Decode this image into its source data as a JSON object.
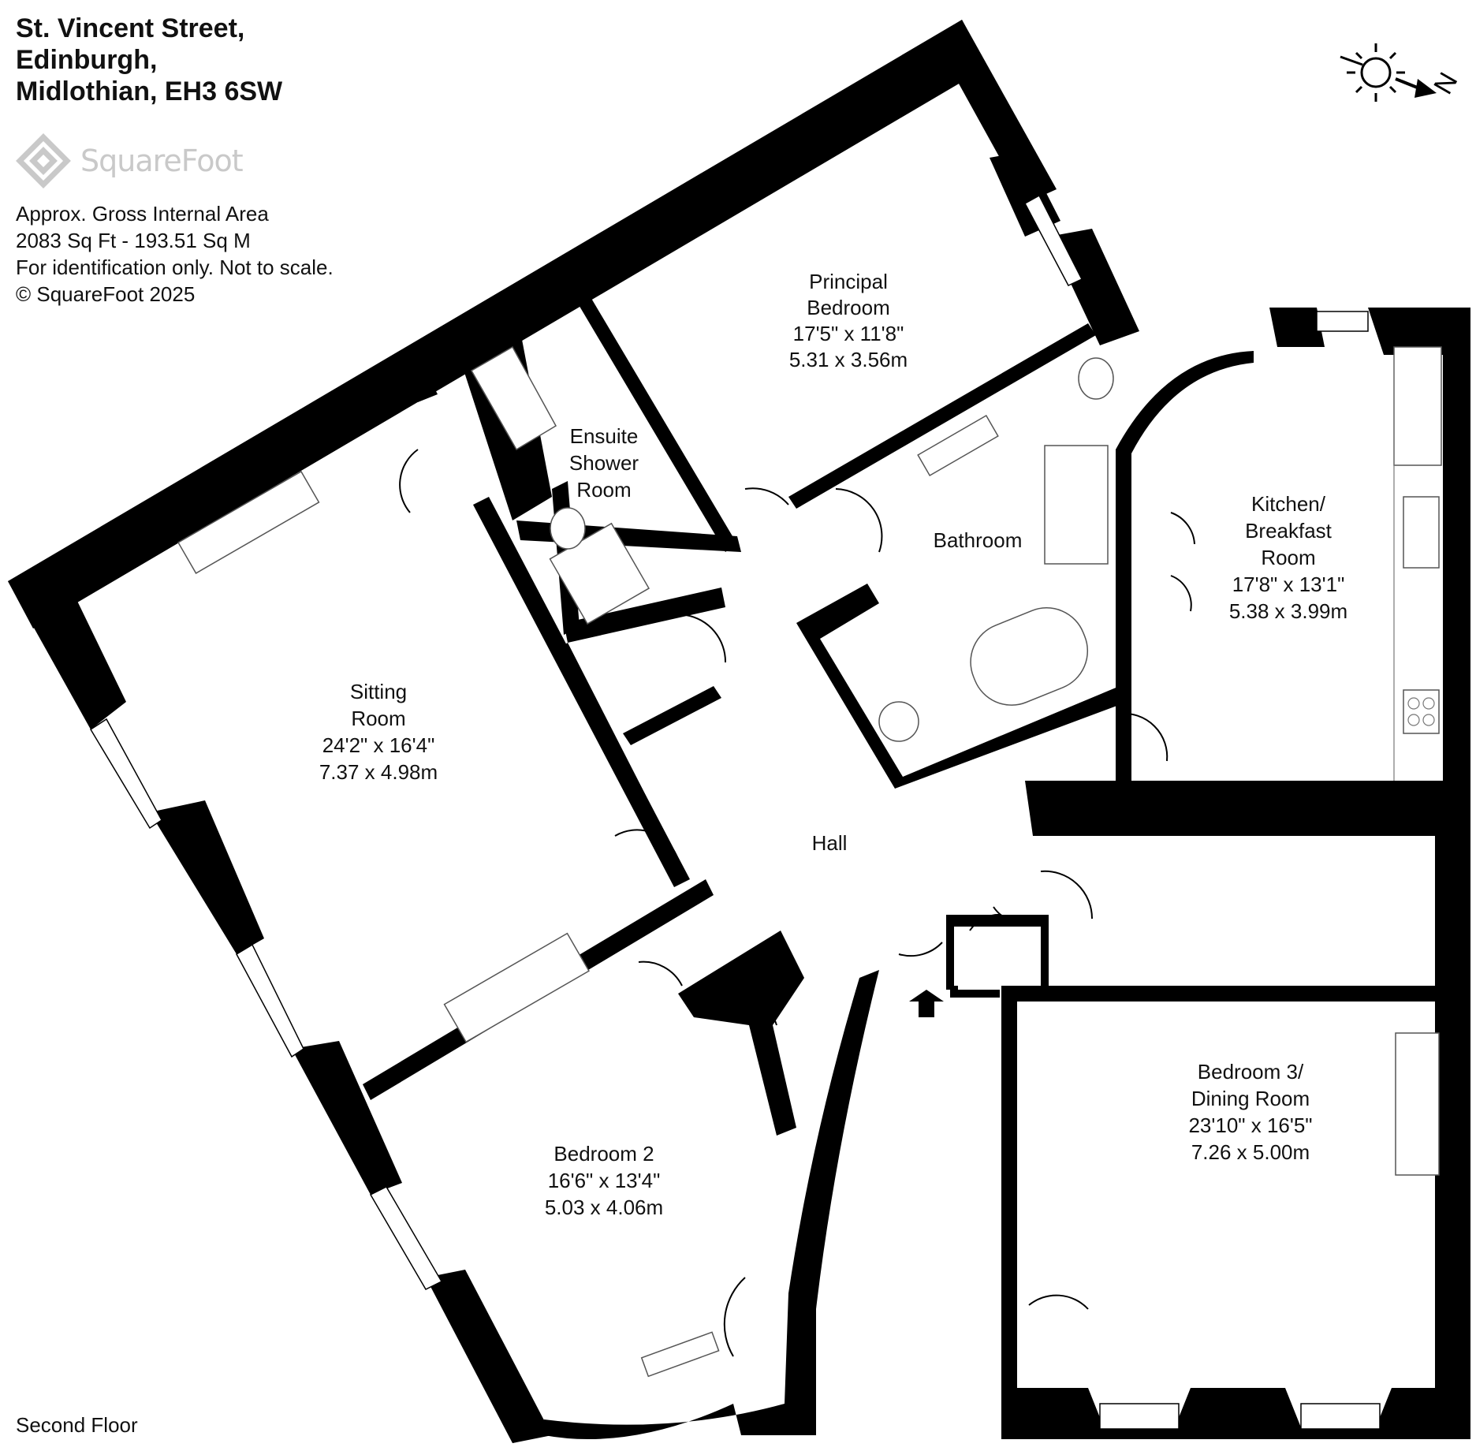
{
  "address": {
    "line1": "St. Vincent Street,",
    "line2": "Edinburgh,",
    "line3": "Midlothian, EH3 6SW"
  },
  "logo": {
    "text": "SquareFoot",
    "icon": "squarefoot-logo-icon",
    "color": "#c9c9c9"
  },
  "area_info": {
    "line1": "Approx. Gross Internal Area",
    "line2": "2083 Sq Ft  -  193.51 Sq M",
    "line3": "For identification only. Not to scale.",
    "line4": "© SquareFoot 2025"
  },
  "compass": {
    "label": "N",
    "icon": "sun-compass-icon"
  },
  "floor_label": "Second Floor",
  "rooms": {
    "principal_bedroom": {
      "name1": "Principal",
      "name2": "Bedroom",
      "imperial": "17'5\" x 11'8\"",
      "metric": "5.31 x 3.56m"
    },
    "ensuite": {
      "name1": "Ensuite",
      "name2": "Shower",
      "name3": "Room"
    },
    "bathroom": {
      "name": "Bathroom"
    },
    "kitchen": {
      "name1": "Kitchen/",
      "name2": "Breakfast",
      "name3": "Room",
      "imperial": "17'8\" x 13'1\"",
      "metric": "5.38 x 3.99m"
    },
    "sitting_room": {
      "name1": "Sitting",
      "name2": "Room",
      "imperial": "24'2\" x 16'4\"",
      "metric": "7.37 x 4.98m"
    },
    "hall": {
      "name": "Hall"
    },
    "bedroom2": {
      "name": "Bedroom 2",
      "imperial": "16'6\" x 13'4\"",
      "metric": "5.03 x 4.06m"
    },
    "bedroom3": {
      "name1": "Bedroom 3/",
      "name2": "Dining Room",
      "imperial": "23'10\" x 16'5\"",
      "metric": "7.26 x 5.00m"
    }
  },
  "colors": {
    "wall": "#000000",
    "background": "#ffffff"
  }
}
